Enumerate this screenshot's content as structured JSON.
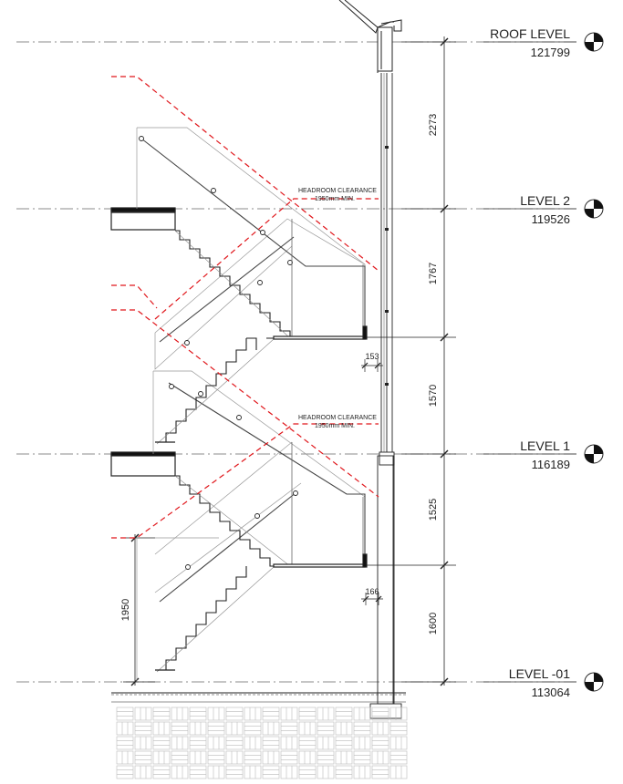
{
  "levels": [
    {
      "name": "ROOF LEVEL",
      "elevation": "121799"
    },
    {
      "name": "LEVEL 2",
      "elevation": "119526"
    },
    {
      "name": "LEVEL 1",
      "elevation": "116189"
    },
    {
      "name": "LEVEL -01",
      "elevation": "113064"
    }
  ],
  "dimensions": {
    "right": [
      "2273",
      "1767",
      "1570",
      "1525",
      "1600"
    ],
    "left": "1950",
    "gap_upper": "153",
    "gap_lower": "166"
  },
  "notes": {
    "upper": {
      "line1": "HEADROOM CLEARANCE",
      "line2": "1950mm MIN."
    },
    "lower": {
      "line1": "HEADROOM CLEARANCE",
      "line2": "1950mm MIN."
    }
  },
  "colors": {
    "linework": "#333333",
    "clearance": "#e0161b",
    "level_line": "#666666"
  }
}
